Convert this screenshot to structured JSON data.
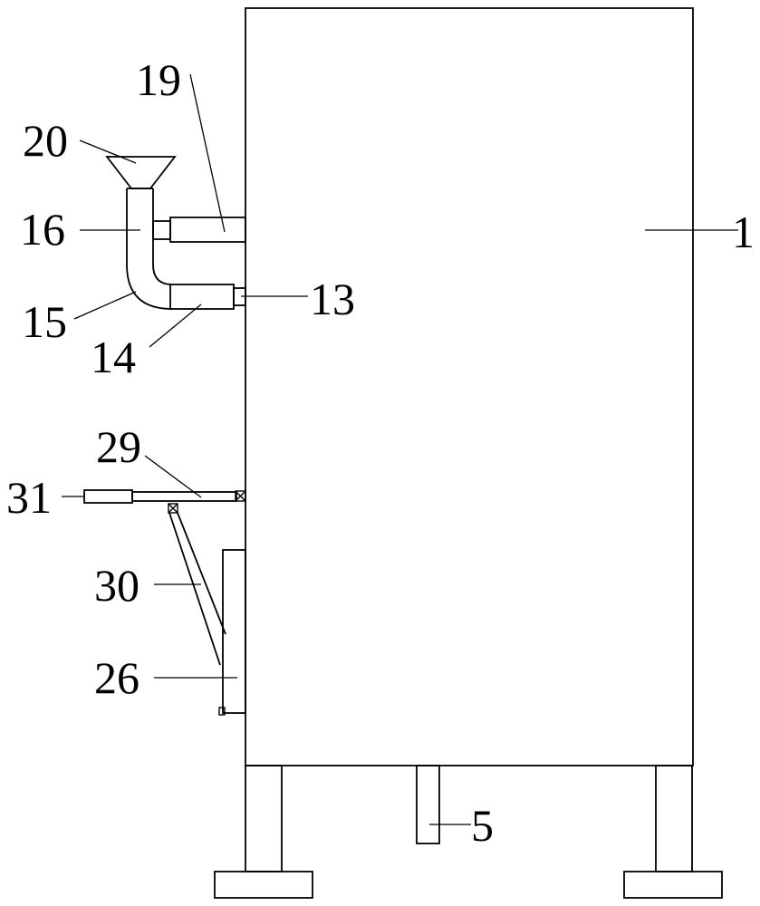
{
  "labels": {
    "l1": "1",
    "l5": "5",
    "l13": "13",
    "l14": "14",
    "l15": "15",
    "l16": "16",
    "l19": "19",
    "l20": "20",
    "l26": "26",
    "l29": "29",
    "l30": "30",
    "l31": "31"
  }
}
